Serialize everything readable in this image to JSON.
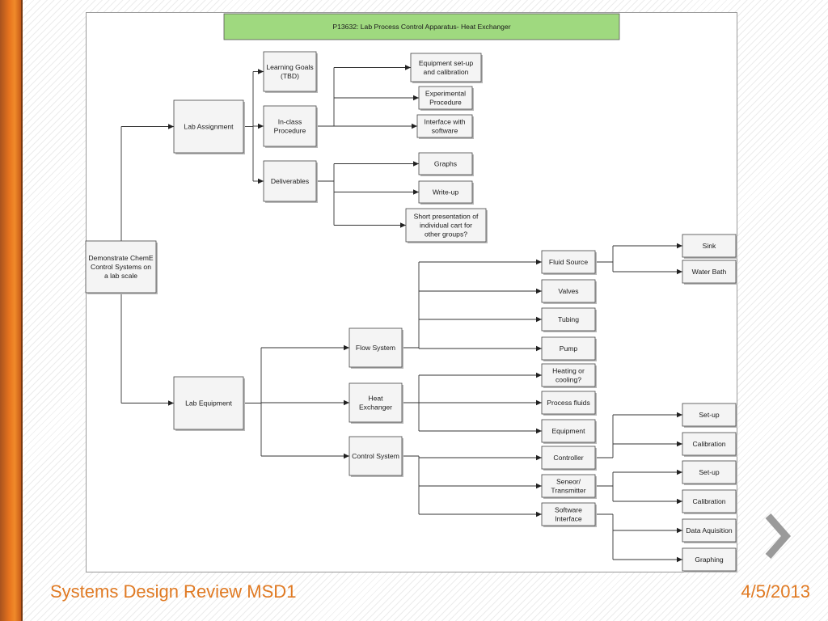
{
  "title": "P13632: Lab Process Control Apparatus- Heat Exchanger",
  "nodes": {
    "root": [
      "Demonstrate ChemE",
      "Control Systems on",
      "a lab scale"
    ],
    "lab_assignment": [
      "Lab Assignment"
    ],
    "learning_goals": [
      "Learning Goals",
      "(TBD)"
    ],
    "in_class_procedure": [
      "In-class",
      "Procedure"
    ],
    "deliverables": [
      "Deliverables"
    ],
    "equipment_setup": [
      "Equipment set-up",
      "and calibration"
    ],
    "experimental_procedure": [
      "Experimental",
      "Procedure"
    ],
    "interface_software": [
      "Interface with",
      "software"
    ],
    "graphs": [
      "Graphs"
    ],
    "write_up": [
      "Write-up"
    ],
    "short_presentation": [
      "Short presentation of",
      "individual cart for",
      "other groups?"
    ],
    "lab_equipment": [
      "Lab Equipment"
    ],
    "flow_system": [
      "Flow System"
    ],
    "heat_exchanger": [
      "Heat",
      "Exchanger"
    ],
    "control_system": [
      "Control System"
    ],
    "fluid_source": [
      "Fluid Source"
    ],
    "valves": [
      "Valves"
    ],
    "tubing": [
      "Tubing"
    ],
    "pump": [
      "Pump"
    ],
    "heating_cooling": [
      "Heating or",
      "cooling?"
    ],
    "process_fluids": [
      "Process fluids"
    ],
    "equipment": [
      "Equipment"
    ],
    "controller": [
      "Controller"
    ],
    "sensor_transmitter": [
      "Seneor/",
      "Transmitter"
    ],
    "software_interface": [
      "Software",
      "Interface"
    ],
    "sink": [
      "Sink"
    ],
    "water_bath": [
      "Water Bath"
    ],
    "controller_setup": [
      "Set-up"
    ],
    "controller_calibration": [
      "Calibration"
    ],
    "sensor_setup": [
      "Set-up"
    ],
    "sensor_calibration": [
      "Calibration"
    ],
    "data_acquisition": [
      "Data Aquisition"
    ],
    "graphing": [
      "Graphing"
    ]
  },
  "edges": [
    [
      "root",
      "lab_assignment"
    ],
    [
      "root",
      "lab_equipment"
    ],
    [
      "lab_assignment",
      "learning_goals"
    ],
    [
      "lab_assignment",
      "in_class_procedure"
    ],
    [
      "lab_assignment",
      "deliverables"
    ],
    [
      "in_class_procedure",
      "equipment_setup"
    ],
    [
      "in_class_procedure",
      "experimental_procedure"
    ],
    [
      "in_class_procedure",
      "interface_software"
    ],
    [
      "deliverables",
      "graphs"
    ],
    [
      "deliverables",
      "write_up"
    ],
    [
      "deliverables",
      "short_presentation"
    ],
    [
      "lab_equipment",
      "flow_system"
    ],
    [
      "lab_equipment",
      "heat_exchanger"
    ],
    [
      "lab_equipment",
      "control_system"
    ],
    [
      "flow_system",
      "fluid_source"
    ],
    [
      "flow_system",
      "valves"
    ],
    [
      "flow_system",
      "tubing"
    ],
    [
      "flow_system",
      "pump"
    ],
    [
      "heat_exchanger",
      "heating_cooling"
    ],
    [
      "heat_exchanger",
      "process_fluids"
    ],
    [
      "heat_exchanger",
      "equipment"
    ],
    [
      "control_system",
      "controller"
    ],
    [
      "control_system",
      "sensor_transmitter"
    ],
    [
      "control_system",
      "software_interface"
    ],
    [
      "fluid_source",
      "sink"
    ],
    [
      "fluid_source",
      "water_bath"
    ],
    [
      "controller",
      "controller_setup"
    ],
    [
      "controller",
      "controller_calibration"
    ],
    [
      "sensor_transmitter",
      "sensor_setup"
    ],
    [
      "sensor_transmitter",
      "sensor_calibration"
    ],
    [
      "software_interface",
      "data_acquisition"
    ],
    [
      "software_interface",
      "graphing"
    ]
  ],
  "footer": {
    "title": "Systems Design Review MSD1",
    "date": "4/5/2013"
  },
  "icons": {
    "next": "chevron-right-icon"
  },
  "colors": {
    "accent": "#e07a23",
    "title_fill": "#9fd97f"
  }
}
